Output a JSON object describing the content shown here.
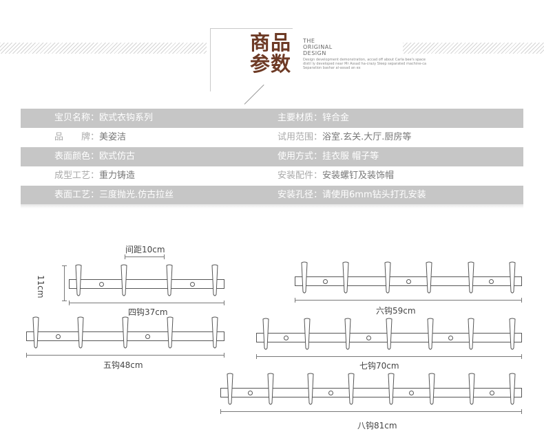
{
  "header": {
    "title_line1": "商品",
    "title_line2": "参数",
    "original_design": "THE\nORIGINAL\nDESIGN",
    "description": "Design development demonstration, accad off about Carla bee's space distil ly developed near Mr Assad ha-crazy Sleep separated machine-ca Separation bashar al-assad an ex"
  },
  "specs": [
    {
      "left_key": "宝贝名称：",
      "left_val": "欧式衣钩系列",
      "right_key": "主要材质：",
      "right_val": "锌合金"
    },
    {
      "left_key": "品　　牌：",
      "left_val": "美姿洁",
      "right_key": "试用范围：",
      "right_val": "浴室.玄关.大厅.厨房等"
    },
    {
      "left_key": "表面颜色：",
      "left_val": "欧式仿古",
      "right_key": "使用方式：",
      "right_val": "挂衣服 帽子等"
    },
    {
      "left_key": "成型工艺：",
      "left_val": "重力铸造",
      "right_key": "安装配件：",
      "right_val": "安装螺钉及装饰帽"
    },
    {
      "left_key": "表面工艺：",
      "left_val": "三度抛光.仿古拉丝",
      "right_key": "安装孔径：",
      "right_val": "请使用6mm钻头打孔安装"
    }
  ],
  "diagram": {
    "spacing_label": "间距10cm",
    "height_label": "11cm",
    "racks": [
      {
        "hooks": 4,
        "label": "四钩37cm"
      },
      {
        "hooks": 5,
        "label": "五钩48cm"
      },
      {
        "hooks": 6,
        "label": "六钩59cm"
      },
      {
        "hooks": 7,
        "label": "七钩70cm"
      },
      {
        "hooks": 8,
        "label": "八钩81cm"
      }
    ]
  }
}
